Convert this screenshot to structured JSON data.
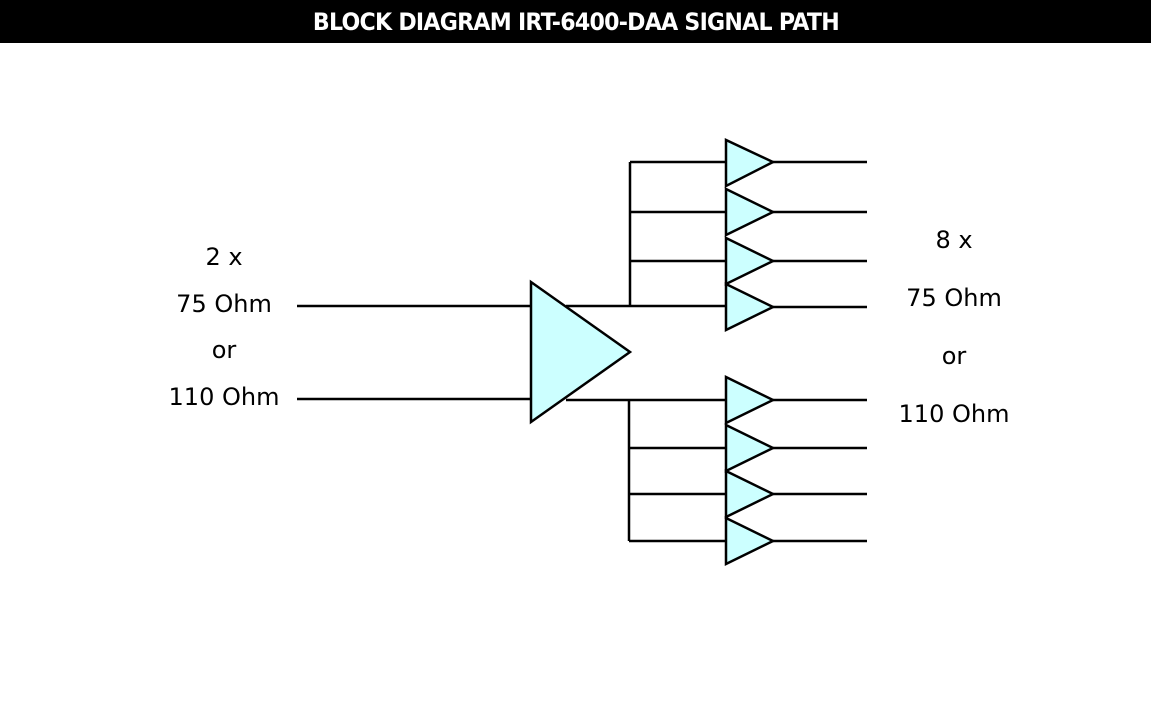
{
  "title": "BLOCK DIAGRAM IRT-6400-DAA SIGNAL PATH",
  "colors": {
    "title_bg": "#000000",
    "title_fg": "#ffffff",
    "amp_fill": "#ccffff",
    "stroke": "#000000"
  },
  "input": {
    "count_label": "2 x",
    "impedance_a": "75 Ohm",
    "or_label": "or",
    "impedance_b": "110 Ohm",
    "lines": 2
  },
  "output": {
    "count_label": "8 x",
    "impedance_a": "75 Ohm",
    "or_label": "or",
    "impedance_b": "110 Ohm",
    "groups": 2,
    "amps_per_group": 4
  }
}
